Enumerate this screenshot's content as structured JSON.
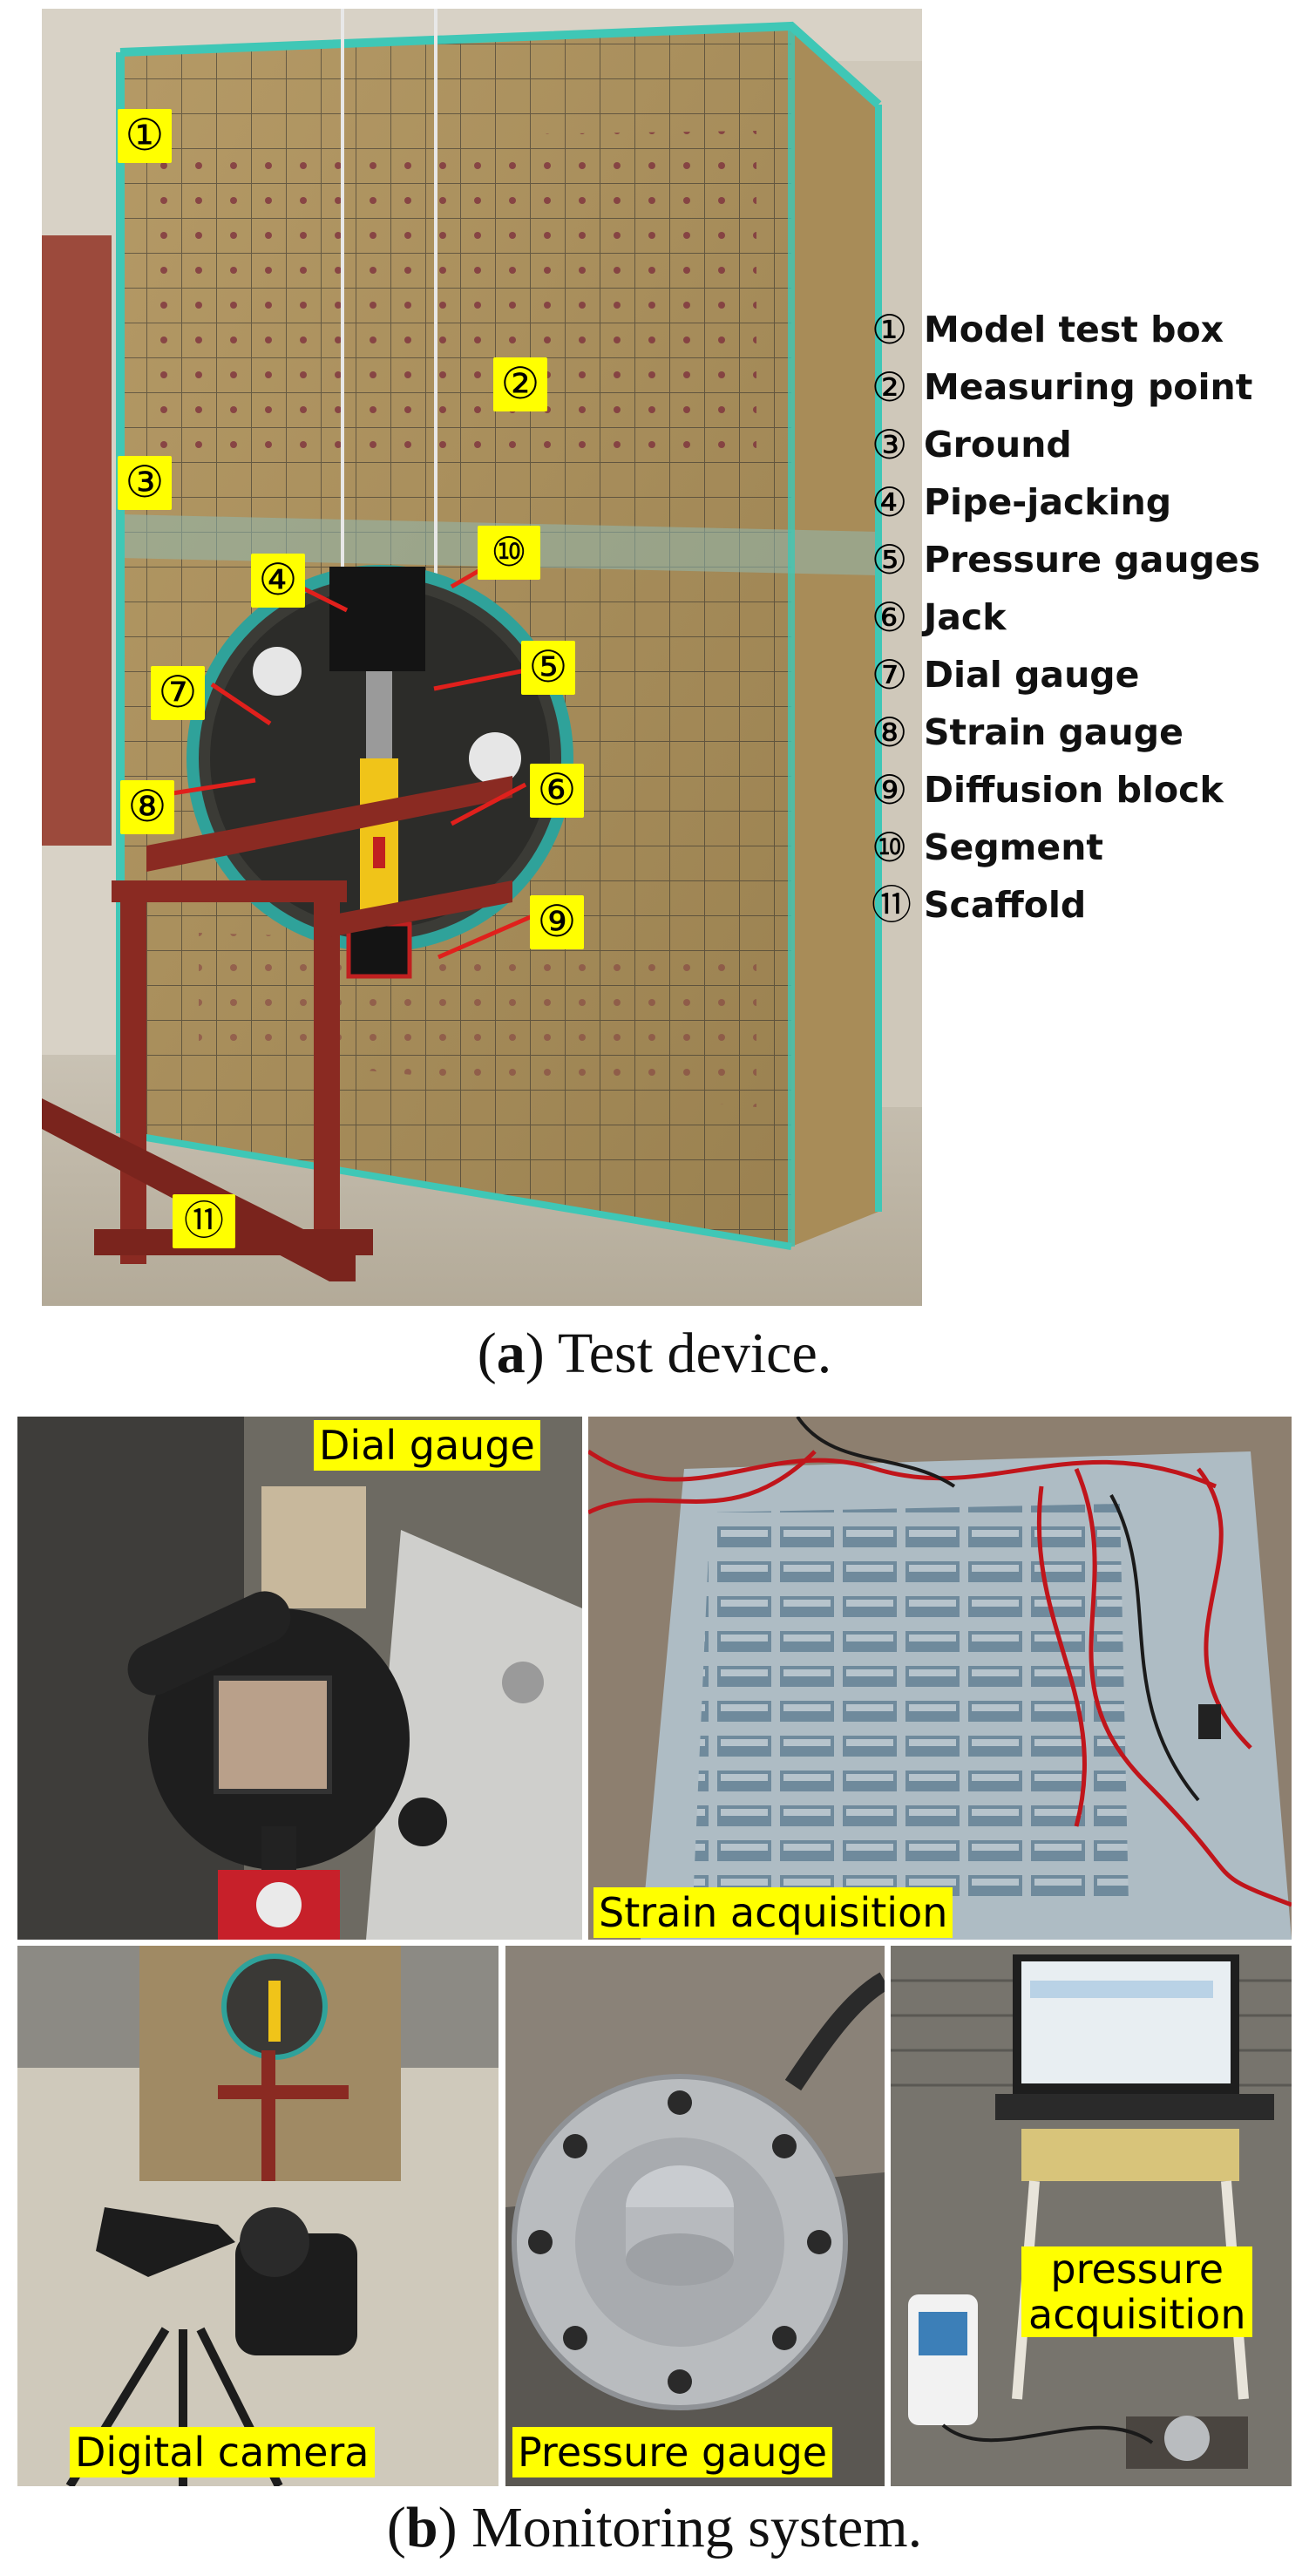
{
  "figure_a": {
    "markers": {
      "m1": "①",
      "m2": "②",
      "m3": "③",
      "m4": "④",
      "m5": "⑤",
      "m6": "⑥",
      "m7": "⑦",
      "m8": "⑧",
      "m9": "⑨",
      "m10": "⑩",
      "m11": "⑪"
    },
    "legend": [
      {
        "num": "①",
        "label": "Model test box"
      },
      {
        "num": "②",
        "label": "Measuring point"
      },
      {
        "num": "③",
        "label": "Ground"
      },
      {
        "num": "④",
        "label": "Pipe-jacking"
      },
      {
        "num": "⑤",
        "label": "Pressure gauges"
      },
      {
        "num": "⑥",
        "label": "Jack"
      },
      {
        "num": "⑦",
        "label": "Dial gauge"
      },
      {
        "num": "⑧",
        "label": "Strain gauge"
      },
      {
        "num": "⑨",
        "label": "Diffusion block"
      },
      {
        "num": "⑩",
        "label": "Segment"
      },
      {
        "num": "⑪",
        "label": "Scaffold"
      }
    ],
    "caption": {
      "open": "(",
      "letter": "a",
      "close": ")",
      "text": " Test device."
    }
  },
  "figure_b": {
    "panels": {
      "dial": "Dial gauge",
      "strain": "Strain acquisition",
      "camera": "Digital camera",
      "pgauge": "Pressure gauge",
      "pacq_line1": "pressure",
      "pacq_line2": "acquisition"
    },
    "caption": {
      "open": "(",
      "letter": "b",
      "close": ")",
      "text": " Monitoring system."
    }
  },
  "colors": {
    "label_bg": "#ffff00",
    "arrow": "#e0201c",
    "glass_edge": "#3fc7b6",
    "frame": "#8a2a22"
  }
}
